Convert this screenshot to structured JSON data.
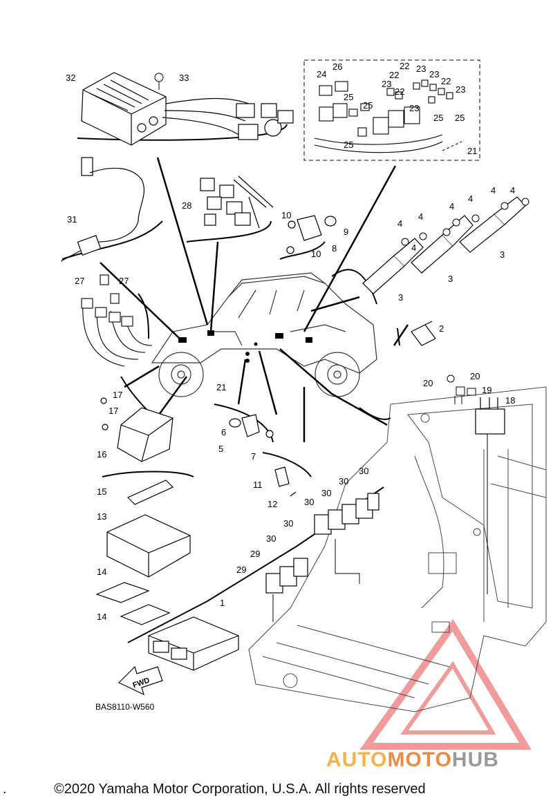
{
  "diagram": {
    "callouts": [
      "1",
      "2",
      "3",
      "3",
      "3",
      "4",
      "4",
      "4",
      "4",
      "4",
      "4",
      "4",
      "5",
      "6",
      "7",
      "8",
      "9",
      "10",
      "10",
      "11",
      "12",
      "13",
      "14",
      "14",
      "15",
      "16",
      "17",
      "17",
      "18",
      "19",
      "20",
      "20",
      "21",
      "21",
      "22",
      "22",
      "22",
      "22",
      "23",
      "23",
      "23",
      "23",
      "23",
      "24",
      "25",
      "25",
      "25",
      "25",
      "25",
      "26",
      "27",
      "27",
      "28",
      "29",
      "29",
      "30",
      "30",
      "30",
      "30",
      "30",
      "30",
      "31",
      "32",
      "33"
    ],
    "fwd_label": "FWD",
    "part_code": "BAS8110-W560"
  },
  "watermark": {
    "word_a": "AUTO",
    "word_b": "MOTO",
    "word_c": "HUB",
    "colors": {
      "auto": "#f4b24a",
      "moto": "#ef8a45",
      "hub": "#9a9a9a",
      "triangle": "#e84a4a"
    }
  },
  "footer": {
    "dot": ".",
    "copyright": "©2020 Yamaha Motor Corporation, U.S.A. All rights reserved"
  }
}
